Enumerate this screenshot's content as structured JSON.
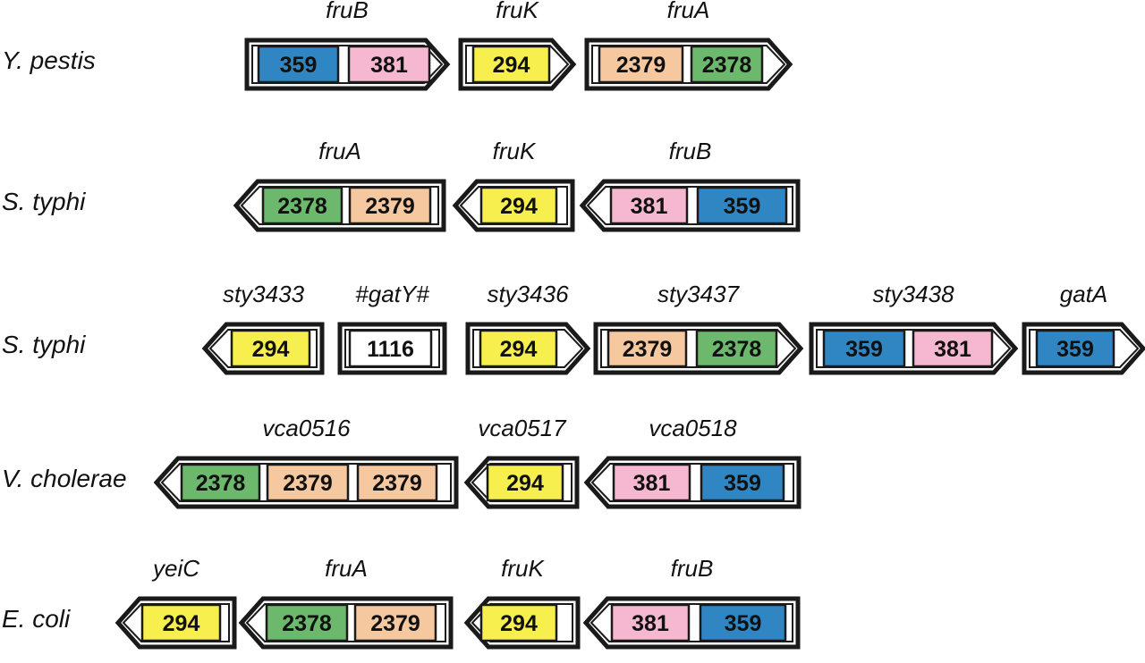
{
  "colors": {
    "359": "#2f86c2",
    "381": "#f6b8d0",
    "294": "#f7ef4e",
    "2379": "#f6c8a0",
    "2378": "#6cb86c",
    "1116": "#ffffff",
    "outline": "#1a1a1a"
  },
  "rows": [
    {
      "organism": "Y. pestis",
      "genes": [
        {
          "name": "fruB",
          "direction": "right",
          "domains": [
            "359",
            "381"
          ]
        },
        {
          "name": "fruK",
          "direction": "right",
          "domains": [
            "294"
          ]
        },
        {
          "name": "fruA",
          "direction": "right",
          "domains": [
            "2379",
            "2378"
          ]
        }
      ]
    },
    {
      "organism": "S. typhi",
      "genes": [
        {
          "name": "fruA",
          "direction": "left",
          "domains": [
            "2378",
            "2379"
          ]
        },
        {
          "name": "fruK",
          "direction": "left",
          "domains": [
            "294"
          ]
        },
        {
          "name": "fruB",
          "direction": "left",
          "domains": [
            "381",
            "359"
          ]
        }
      ]
    },
    {
      "organism": "S. typhi",
      "genes": [
        {
          "name": "sty3433",
          "direction": "left",
          "domains": [
            "294"
          ]
        },
        {
          "name": "#gatY#",
          "direction": "none",
          "domains": [
            "1116"
          ]
        },
        {
          "name": "sty3436",
          "direction": "right",
          "domains": [
            "294"
          ]
        },
        {
          "name": "sty3437",
          "direction": "right",
          "domains": [
            "2379",
            "2378"
          ]
        },
        {
          "name": "sty3438",
          "direction": "right",
          "domains": [
            "359",
            "381"
          ]
        },
        {
          "name": "gatA",
          "direction": "right",
          "domains": [
            "359"
          ]
        }
      ]
    },
    {
      "organism": "V. cholerae",
      "genes": [
        {
          "name": "vca0516",
          "direction": "left",
          "domains": [
            "2378",
            "2379",
            "2379"
          ]
        },
        {
          "name": "vca0517",
          "direction": "left",
          "domains": [
            "294"
          ]
        },
        {
          "name": "vca0518",
          "direction": "left",
          "domains": [
            "381",
            "359"
          ]
        }
      ]
    },
    {
      "organism": "E. coli",
      "genes": [
        {
          "name": "yeiC",
          "direction": "left",
          "domains": [
            "294"
          ]
        },
        {
          "name": "fruA",
          "direction": "left",
          "domains": [
            "2378",
            "2379"
          ]
        },
        {
          "name": "fruK",
          "direction": "left",
          "domains": [
            "294"
          ]
        },
        {
          "name": "fruB",
          "direction": "left",
          "domains": [
            "381",
            "359"
          ]
        }
      ]
    }
  ]
}
